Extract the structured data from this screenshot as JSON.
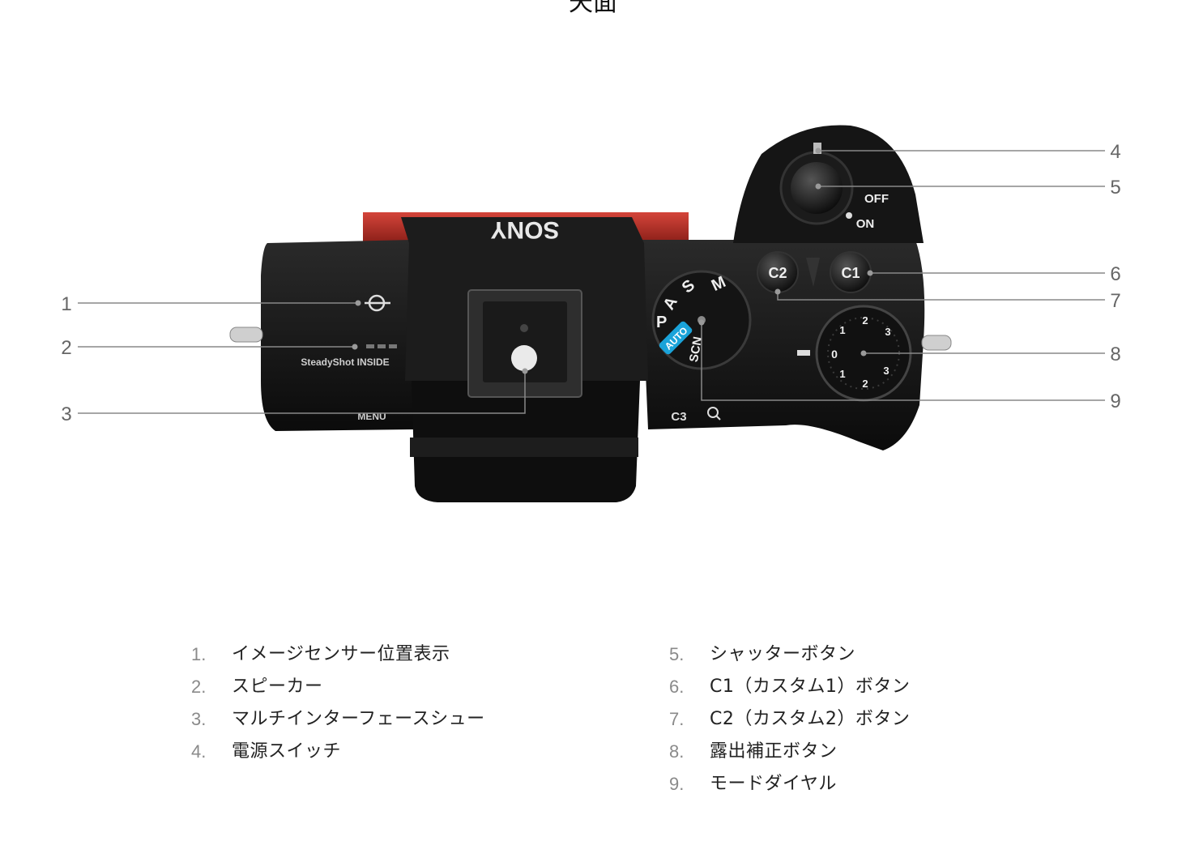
{
  "heading": "天面",
  "camera": {
    "brand": "SONY",
    "steadyshot": "SteadyShot INSIDE",
    "menu": "MENU",
    "off": "OFF",
    "on": "ON",
    "c1": "C1",
    "c2": "C2",
    "c3": "C3",
    "mode_labels": [
      "M",
      "S",
      "A",
      "P",
      "SCN"
    ],
    "auto": "AUTO",
    "dial_labels": [
      "0",
      "1",
      "2",
      "3",
      "1",
      "2",
      "3"
    ],
    "colors": {
      "body": "#111111",
      "mount": "#b8322a",
      "auto_badge": "#1aa3d9"
    }
  },
  "callouts": [
    {
      "num": "1",
      "side": "left"
    },
    {
      "num": "2",
      "side": "left"
    },
    {
      "num": "3",
      "side": "left"
    },
    {
      "num": "4",
      "side": "right"
    },
    {
      "num": "5",
      "side": "right"
    },
    {
      "num": "6",
      "side": "right"
    },
    {
      "num": "7",
      "side": "right"
    },
    {
      "num": "8",
      "side": "right"
    },
    {
      "num": "9",
      "side": "right"
    }
  ],
  "legend": {
    "left": [
      {
        "num": "1.",
        "text": "イメージセンサー位置表示"
      },
      {
        "num": "2.",
        "text": "スピーカー"
      },
      {
        "num": "3.",
        "text": "マルチインターフェースシュー"
      },
      {
        "num": "4.",
        "text": "電源スイッチ"
      }
    ],
    "right": [
      {
        "num": "5.",
        "text": "シャッターボタン"
      },
      {
        "num": "6.",
        "text": "C1（カスタム1）ボタン"
      },
      {
        "num": "7.",
        "text": "C2（カスタム2）ボタン"
      },
      {
        "num": "8.",
        "text": "露出補正ボタン"
      },
      {
        "num": "9.",
        "text": "モードダイヤル"
      }
    ]
  }
}
